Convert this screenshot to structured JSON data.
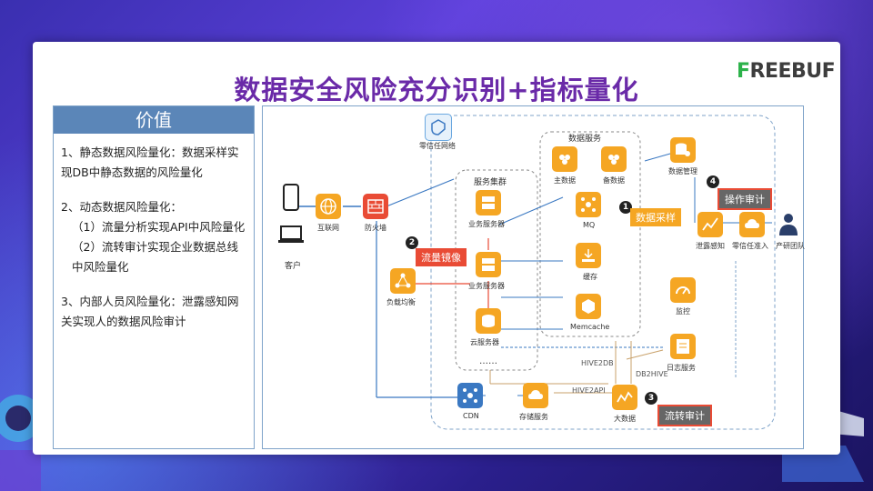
{
  "title": "数据安全风险充分识别+指标量化",
  "brand": {
    "prefix": "F",
    "rest": "REEBUF"
  },
  "value_panel": {
    "heading": "价值",
    "items": [
      "1、静态数据风险量化：数据采样实现DB中静态数据的风险量化",
      "2、动态数据风险量化：",
      "（1）流量分析实现API中风险量化",
      "（2）流转审计实现企业数据总线中风险量化",
      "3、内部人员风险量化：泄露感知网关实现人的数据风险审计"
    ]
  },
  "diagram": {
    "zero_trust": "零信任网络",
    "client": "客户",
    "internet": "互联网",
    "firewall": "防火墙",
    "load_balancer": "负载均衡",
    "cluster_title": "服务集群",
    "biz_server_1": "业务服务器",
    "biz_server_2": "业务服务器",
    "cloud_server": "云服务器",
    "ellipsis": "……",
    "data_service_title": "数据服务",
    "primary_data": "主数据",
    "backup_data": "备数据",
    "mq": "MQ",
    "cache": "缓存",
    "memcache": "Memcache",
    "data_mgmt": "数据管理",
    "leak_sense": "泄露感知",
    "zero_trust_access": "零信任准入",
    "rd_team": "产研团队",
    "monitor": "监控",
    "log_service": "日志服务",
    "cdn": "CDN",
    "storage": "存储服务",
    "bigdata": "大数据",
    "hive2db": "HIVE2DB",
    "db2hive": "DB2HIVE",
    "hive2api": "HIVE2API",
    "tag_sampling": "数据采样",
    "tag_mirror": "流量镜像",
    "tag_audit_op": "操作审计",
    "tag_audit_flow": "流转审计",
    "callout_1": "1",
    "callout_2": "2",
    "callout_3": "3",
    "callout_4": "4"
  },
  "colors": {
    "orange": "#f5a623",
    "red": "#e94b35",
    "blue": "#3a78c2",
    "purple": "#6a2aa8",
    "panel_head": "#5b86b8"
  }
}
